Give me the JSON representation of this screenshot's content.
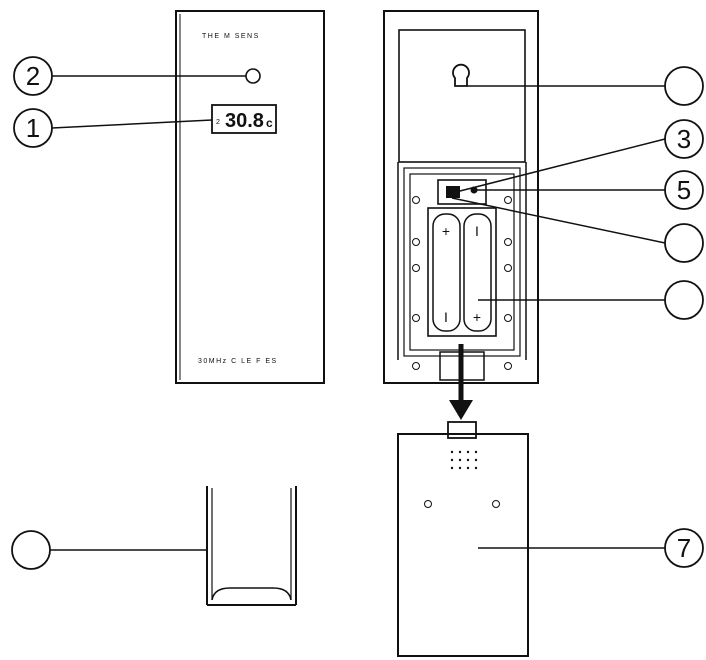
{
  "front_unit": {
    "top_label": "THE M   SENS",
    "bottom_label": "30MHz C    LE F   ES",
    "lcd_reading": "30.8",
    "lcd_unit": "c",
    "lcd_prefix": "2"
  },
  "battery_compartment": {
    "battery_left_top_sign": "+",
    "battery_left_bottom_sign": "I",
    "battery_right_top_sign": "I",
    "battery_right_bottom_sign": "+"
  },
  "callouts": {
    "led": "2",
    "lcd": "1",
    "wall_mount": "",
    "channel_switch": "3",
    "reset_button": "5",
    "dip_switch": "",
    "batteries": "",
    "battery_cover": "7",
    "stand": ""
  }
}
